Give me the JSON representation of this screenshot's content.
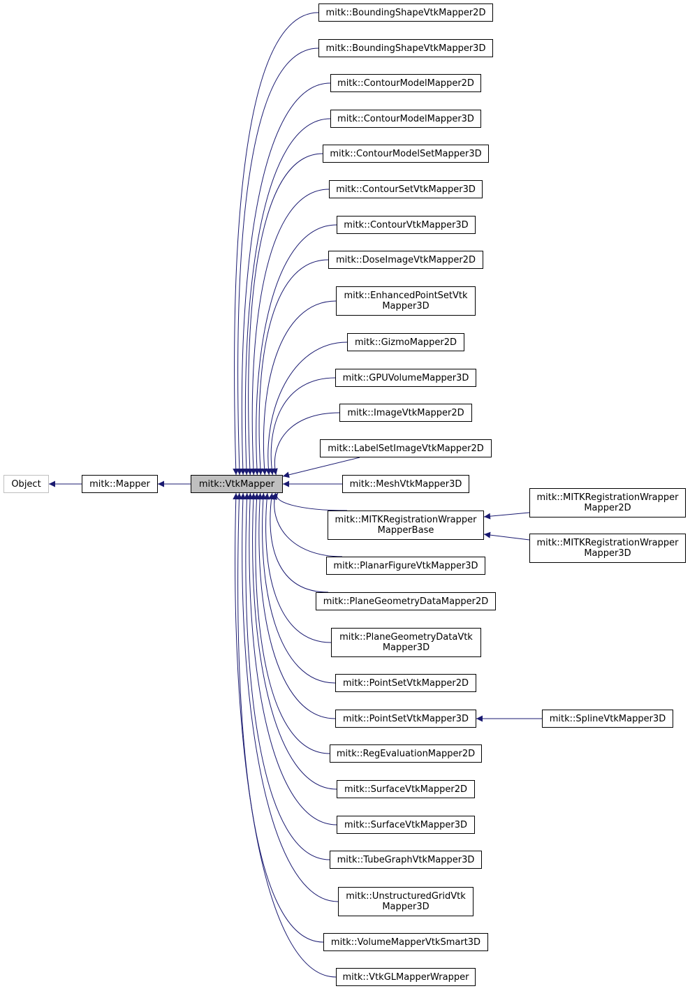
{
  "colors": {
    "edge": "#191970",
    "focus_fill": "#bfbfbf",
    "external_border": "#bfbfbf",
    "node_border": "#000000"
  },
  "nodes": {
    "object": "Object",
    "mapper": "mitk::Mapper",
    "vtkmapper": "mitk::VtkMapper",
    "bs2d": "mitk::BoundingShapeVtkMapper2D",
    "bs3d": "mitk::BoundingShapeVtkMapper3D",
    "cm2d": "mitk::ContourModelMapper2D",
    "cm3d": "mitk::ContourModelMapper3D",
    "cms3d": "mitk::ContourModelSetMapper3D",
    "csv3d": "mitk::ContourSetVtkMapper3D",
    "cv3d": "mitk::ContourVtkMapper3D",
    "div2d": "mitk::DoseImageVtkMapper2D",
    "eps_l1": "mitk::EnhancedPointSetVtk",
    "eps_l2": "Mapper3D",
    "gizmo": "mitk::GizmoMapper2D",
    "gpuv": "mitk::GPUVolumeMapper3D",
    "iv2d": "mitk::ImageVtkMapper2D",
    "lsiv2d": "mitk::LabelSetImageVtkMapper2D",
    "mesh": "mitk::MeshVtkMapper3D",
    "mrwb_l1": "mitk::MITKRegistrationWrapper",
    "mrwb_l2": "MapperBase",
    "pf3d": "mitk::PlanarFigureVtkMapper3D",
    "pgd2d": "mitk::PlaneGeometryDataMapper2D",
    "pgdv_l1": "mitk::PlaneGeometryDataVtk",
    "pgdv_l2": "Mapper3D",
    "ps2d": "mitk::PointSetVtkMapper2D",
    "ps3d": "mitk::PointSetVtkMapper3D",
    "re2d": "mitk::RegEvaluationMapper2D",
    "sv2d": "mitk::SurfaceVtkMapper2D",
    "sv3d": "mitk::SurfaceVtkMapper3D",
    "tg3d": "mitk::TubeGraphVtkMapper3D",
    "ugv_l1": "mitk::UnstructuredGridVtk",
    "ugv_l2": "Mapper3D",
    "vmvs3d": "mitk::VolumeMapperVtkSmart3D",
    "vglw": "mitk::VtkGLMapperWrapper",
    "mrw2d_l1": "mitk::MITKRegistrationWrapper",
    "mrw2d_l2": "Mapper2D",
    "mrw3d_l1": "mitk::MITKRegistrationWrapper",
    "mrw3d_l2": "Mapper3D",
    "spline": "mitk::SplineVtkMapper3D"
  }
}
